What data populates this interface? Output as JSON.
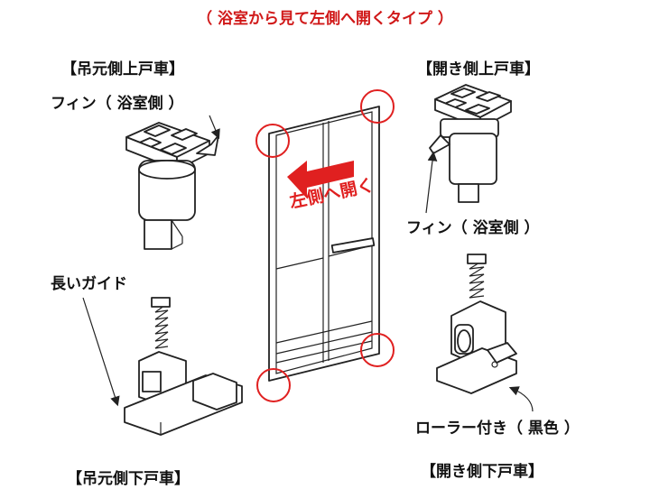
{
  "title": "（ 浴室から見て左側へ開くタイプ ）",
  "sections": {
    "top_left": "【吊元側上戸車】",
    "top_right": "【開き側上戸車】",
    "bottom_left": "【吊元側下戸車】",
    "bottom_right": "【開き側下戸車】"
  },
  "notes": {
    "fin_left": "フィン（ 浴室側 ）",
    "fin_right": "フィン（ 浴室側 ）",
    "long_guide": "長いガイド",
    "roller": "ローラー付き（ 黒色 ）"
  },
  "door_arrow_text": "左側へ開く",
  "colors": {
    "accent_red": "#e02020",
    "line": "#222222"
  }
}
